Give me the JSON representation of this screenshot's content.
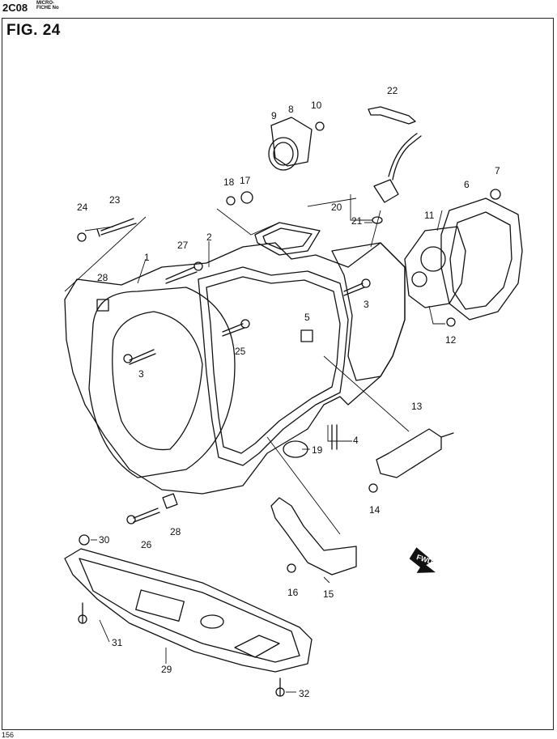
{
  "header": {
    "code": "2C08",
    "micro_line1": "MICRO-",
    "micro_line2": "FICHE No"
  },
  "figure": {
    "title": "FIG. 24",
    "direction_label": "FWD"
  },
  "callouts": [
    "1",
    "2",
    "3",
    "4",
    "5",
    "6",
    "7",
    "8",
    "9",
    "10",
    "11",
    "12",
    "13",
    "14",
    "15",
    "16",
    "17",
    "18",
    "19",
    "20",
    "21",
    "22",
    "23",
    "24",
    "25",
    "26",
    "27",
    "28",
    "29",
    "30",
    "31",
    "32"
  ],
  "page": {
    "number_partial": "156"
  }
}
